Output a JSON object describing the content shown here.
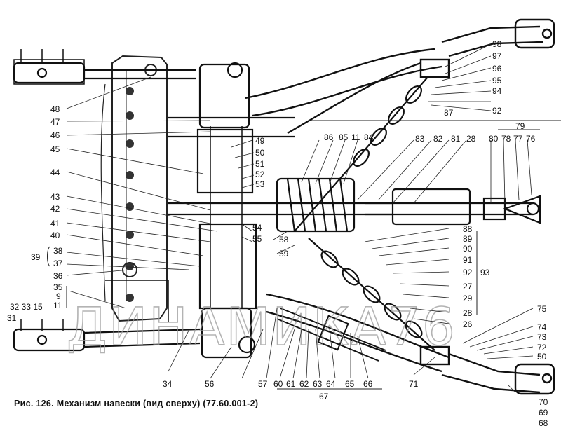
{
  "caption": "Рис. 126. Механизм навески (вид сверху) (77.60.001-2)",
  "watermark": "ДИНАМИКА76",
  "callouts": [
    "48",
    "47",
    "46",
    "45",
    "44",
    "43",
    "42",
    "41",
    "40",
    "39",
    "38",
    "37",
    "36",
    "35",
    "9",
    "11",
    "32 33 15",
    "31",
    "34",
    "56",
    "57",
    "60",
    "61",
    "62",
    "63",
    "64",
    "65",
    "66",
    "67",
    "71",
    "70",
    "69",
    "68",
    "75",
    "74",
    "73",
    "72",
    "50",
    "26",
    "28",
    "29",
    "27",
    "92",
    "91",
    "90",
    "89",
    "88",
    "93",
    "86",
    "85",
    "11",
    "84",
    "83",
    "82",
    "81",
    "28",
    "80",
    "78",
    "77",
    "76",
    "79",
    "98",
    "97",
    "96",
    "95",
    "94",
    "87",
    "92",
    "49",
    "50",
    "51",
    "52",
    "53",
    "54",
    "55",
    "58",
    "59"
  ]
}
